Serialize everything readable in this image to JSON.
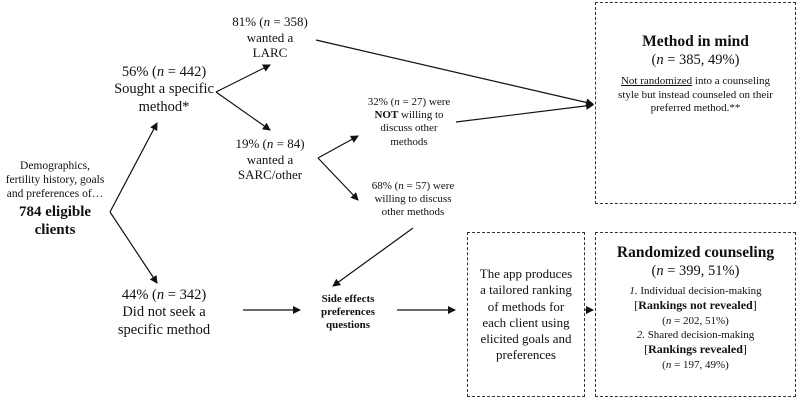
{
  "start": {
    "line1": "Demographics,",
    "line2": "fertility history, goals",
    "line3": "and preferences of…",
    "count": "784 eligible",
    "count2": "clients"
  },
  "sought": {
    "pct": "56% (",
    "n": "n",
    "val": " = 442)",
    "line2": "Sought a specific",
    "line3": "method*"
  },
  "not_sought": {
    "pct": "44% (",
    "n": "n",
    "val": " = 342)",
    "line2": "Did not seek a",
    "line3": "specific method"
  },
  "larc": {
    "pct": "81% (",
    "n": "n",
    "val": " = 358)",
    "line2": "wanted a",
    "line3": "LARC"
  },
  "sarc": {
    "pct": "19% (",
    "n": "n",
    "val": " = 84)",
    "line2": "wanted a",
    "line3": "SARC/other"
  },
  "not_willing": {
    "pct": "32% (",
    "n": "n",
    "val": " = 27) were",
    "bold": "NOT",
    "line2b": " willing to",
    "line3": "discuss other",
    "line4": "methods"
  },
  "willing": {
    "pct": "68% (",
    "n": "n",
    "val": " = 57) were",
    "line2": "willing to discuss",
    "line3": "other methods"
  },
  "side_effects": {
    "line1": "Side effects",
    "line2": "preferences",
    "line3": "questions"
  },
  "app": {
    "line1": "The app produces",
    "line2": "a tailored ranking",
    "line3": "of methods for",
    "line4": "each client using",
    "line5": "elicited goals and",
    "line6": "preferences"
  },
  "method_in_mind": {
    "title": "Method in mind",
    "sub_open": "(",
    "n": "n",
    "sub_val": " = 385, 49%)",
    "desc_u": "Not randomized",
    "desc_1": " into a counseling",
    "desc_2": "style but instead counseled on their",
    "desc_3": "preferred method.**"
  },
  "randomized": {
    "title": "Randomized counseling",
    "sub_open": "(",
    "n": "n",
    "sub_val": " = 399, 51%)",
    "opt1_num": "1.",
    "opt1_label": " Individual decision-making",
    "opt1_bold": "Rankings not revealed",
    "opt1_open": "(",
    "opt1_n": "n",
    "opt1_val": " = 202, 51%)",
    "opt2_num": "2.",
    "opt2_label": " Shared decision-making",
    "opt2_bold": "Rankings revealed",
    "opt2_open": "(",
    "opt2_n": "n",
    "opt2_val": " = 197, 49%)",
    "lb": "[",
    "rb": "]"
  }
}
